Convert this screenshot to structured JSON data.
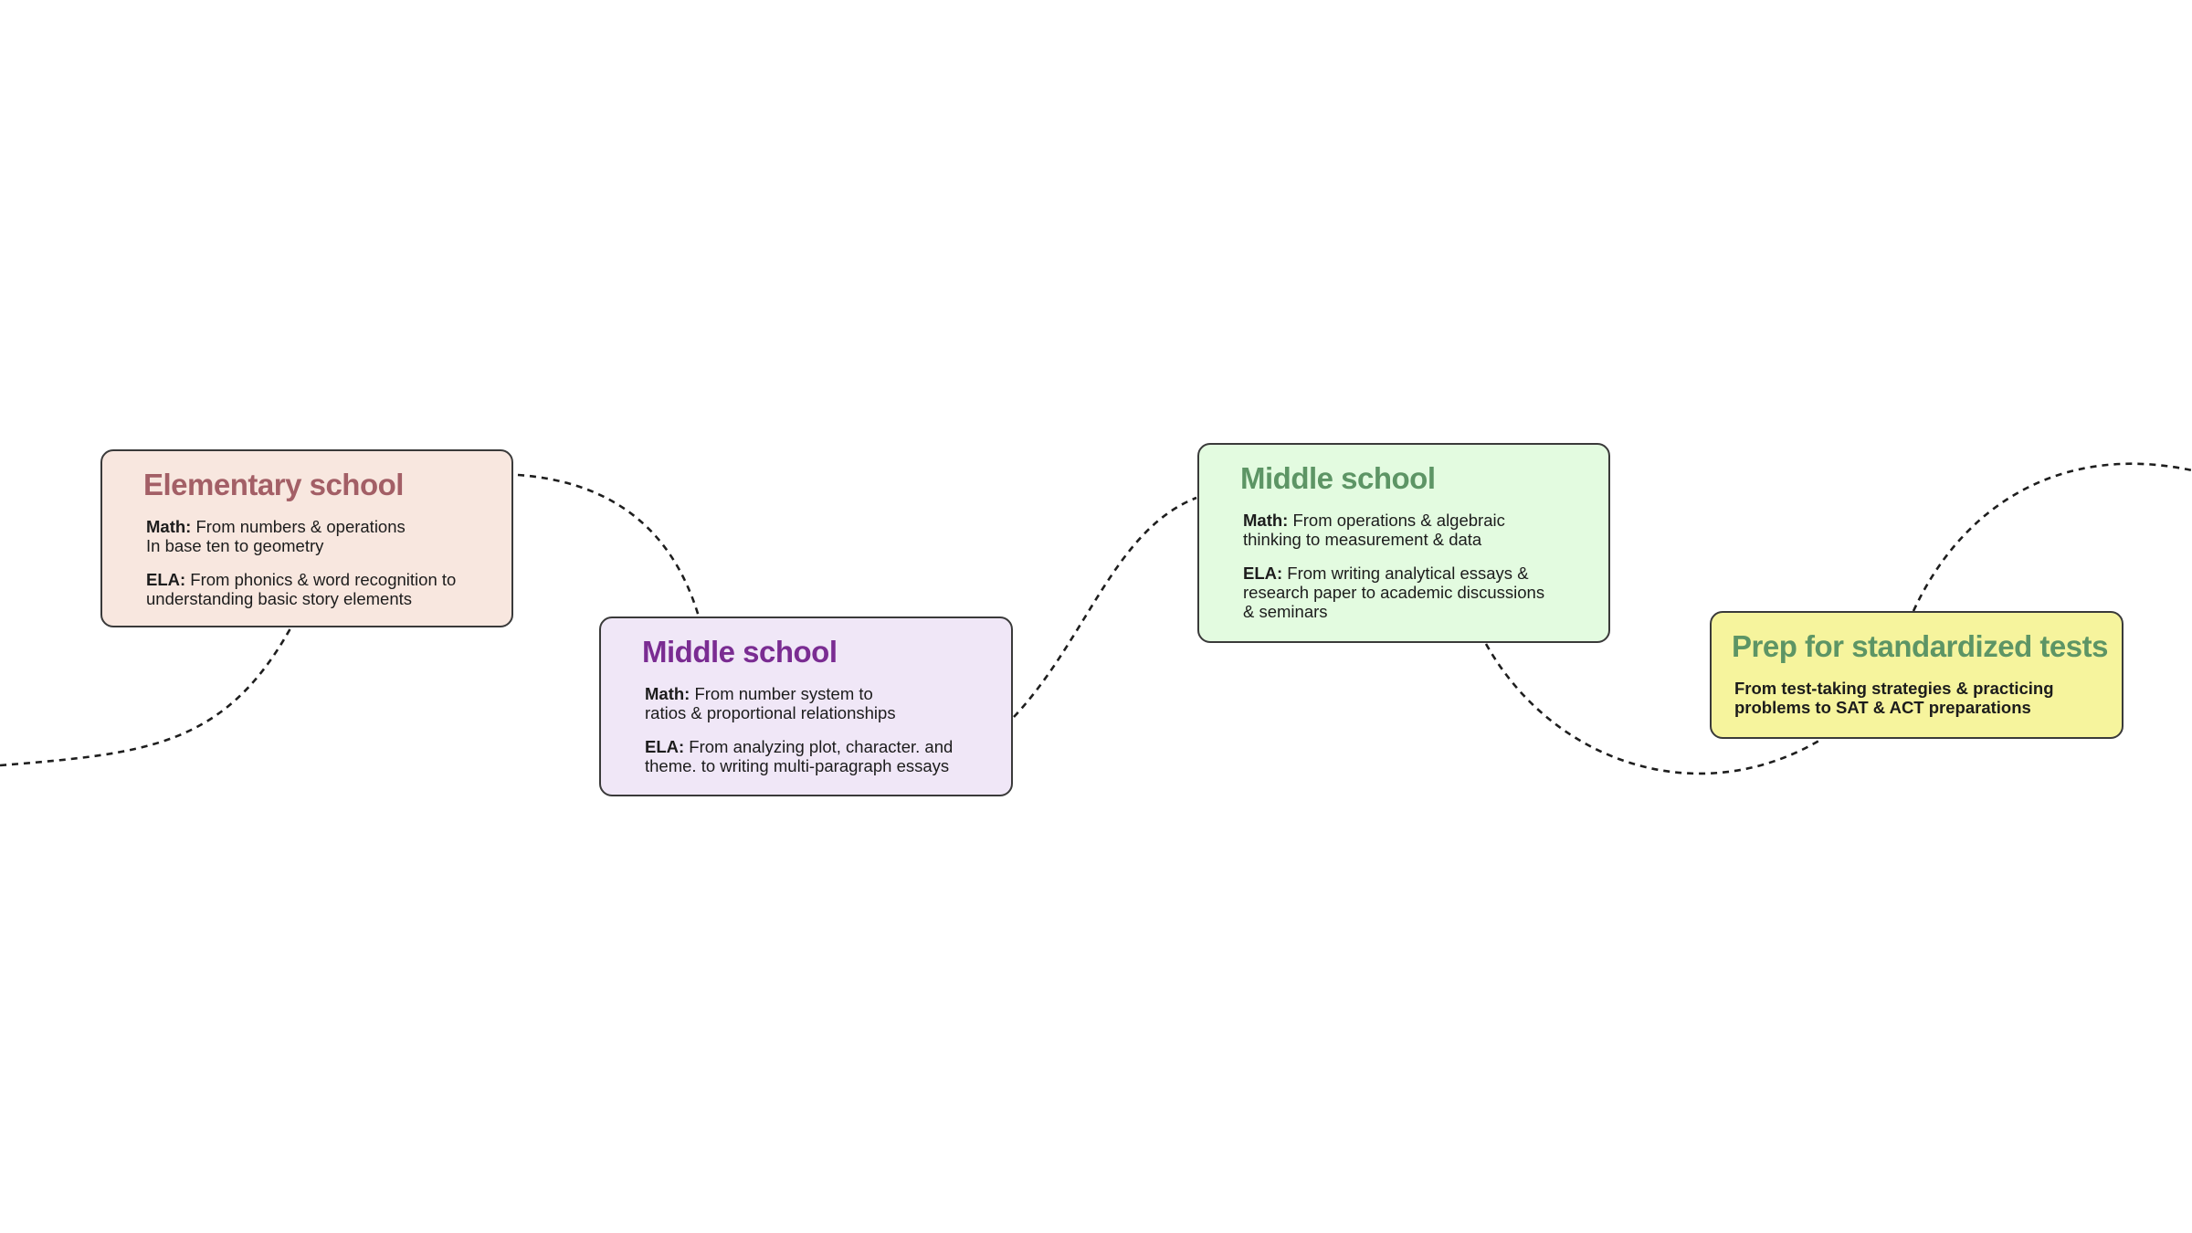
{
  "diagram": {
    "connector_color": "#1e1e1e",
    "cards": [
      {
        "title": "Elementary school",
        "title_color": "#a35f66",
        "background": "#f8e7df",
        "items": [
          {
            "label": "Math:",
            "text": " From numbers & operations\nIn base ten to geometry"
          },
          {
            "label": "ELA:",
            "text": " From phonics & word recognition to\nunderstanding basic story elements"
          }
        ]
      },
      {
        "title": "Middle school",
        "title_color": "#7a2c92",
        "background": "#f0e7f7",
        "items": [
          {
            "label": "Math:",
            "text": " From number system to\nratios & proportional relationships"
          },
          {
            "label": "ELA:",
            "text": " From analyzing plot, character. and\ntheme. to writing multi-paragraph essays"
          }
        ]
      },
      {
        "title": "Middle school",
        "title_color": "#5d9565",
        "background": "#e3fbe0",
        "items": [
          {
            "label": "Math:",
            "text": " From operations & algebraic\nthinking to measurement & data"
          },
          {
            "label": "ELA:",
            "text": " From writing analytical essays &\nresearch paper to academic discussions\n& seminars"
          }
        ]
      },
      {
        "title": "Prep for standardized tests",
        "title_color": "#5d9565",
        "background": "#f6f49d",
        "items": [
          {
            "label": "",
            "text": "From test-taking strategies & practicing\nproblems to SAT & ACT preparations"
          }
        ]
      }
    ]
  }
}
